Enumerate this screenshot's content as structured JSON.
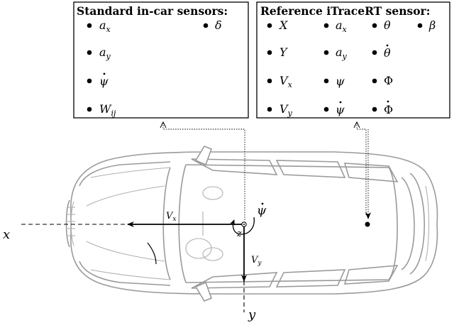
{
  "standard_box": {
    "title": "Standard in-car sensors:",
    "items": [
      {
        "base": "a",
        "sub": "x"
      },
      {
        "base": "a",
        "sub": "y"
      },
      {
        "base": "ψ",
        "dot": true
      },
      {
        "base": "W",
        "sub": "ij"
      },
      {
        "base": "δ"
      }
    ]
  },
  "reference_box": {
    "title": "Reference iTraceRT sensor:",
    "items": [
      {
        "base": "X"
      },
      {
        "base": "Y"
      },
      {
        "base": "V",
        "sub": "x"
      },
      {
        "base": "V",
        "sub": "y"
      },
      {
        "base": "a",
        "sub": "x"
      },
      {
        "base": "a",
        "sub": "y"
      },
      {
        "base": "ψ"
      },
      {
        "base": "ψ",
        "dot": true
      },
      {
        "base": "θ"
      },
      {
        "base": "θ",
        "dot": true
      },
      {
        "base": "Φ"
      },
      {
        "base": "Φ",
        "dot": true
      },
      {
        "base": "β"
      }
    ]
  },
  "axes": {
    "x_label": "x",
    "y_label": "y",
    "z_label": "z",
    "vx_base": "V",
    "vx_sub": "x",
    "vy_base": "V",
    "vy_sub": "y",
    "yaw_rate": "ψ"
  }
}
